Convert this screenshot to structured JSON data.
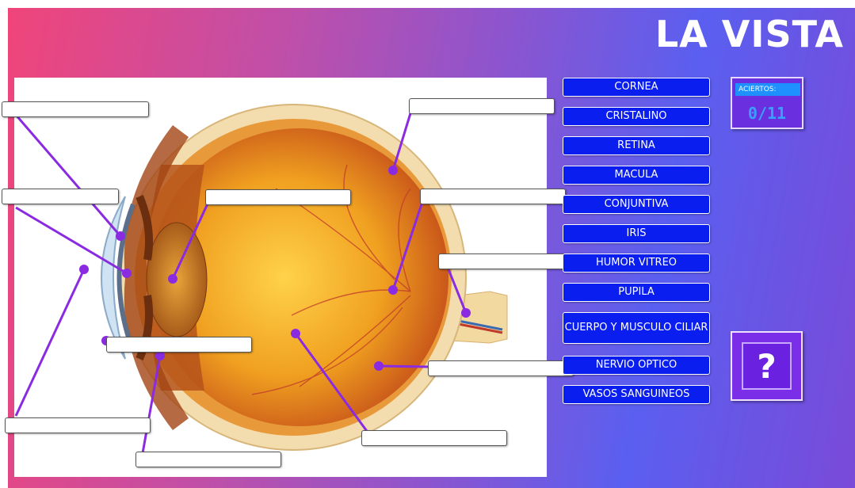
{
  "title": "LA VISTA",
  "words": [
    {
      "label": "CORNEA"
    },
    {
      "label": "CRISTALINO"
    },
    {
      "label": "RETINA"
    },
    {
      "label": "MACULA"
    },
    {
      "label": "CONJUNTIVA"
    },
    {
      "label": "IRIS"
    },
    {
      "label": "HUMOR VITREO"
    },
    {
      "label": "PUPILA"
    },
    {
      "label": "CUERPO Y MUSCULO CILIAR"
    },
    {
      "label": "NERVIO OPTICO"
    },
    {
      "label": "VASOS SANGUINEOS"
    }
  ],
  "score": {
    "label": "ACIERTOS:",
    "value": "0/11"
  },
  "help": {
    "label": "?"
  },
  "colors": {
    "word_bg": "#0a1ef0",
    "line": "#8a2be2",
    "score_value": "#3aa0ff"
  }
}
